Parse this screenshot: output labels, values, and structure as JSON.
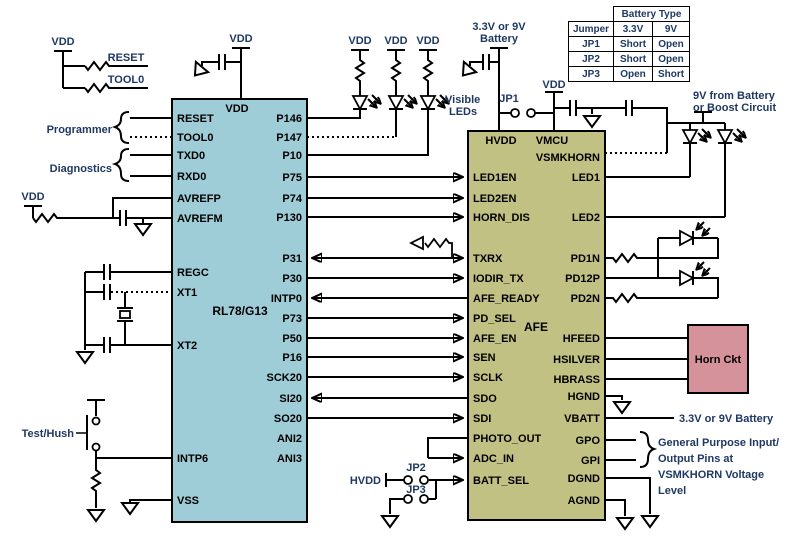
{
  "mcu": {
    "name": "RL78/G13",
    "top_pin": "VDD",
    "left_pins": [
      "RESET",
      "TOOL0",
      "TXD0",
      "RXD0",
      "AVREFP",
      "AVREFM",
      "REGC",
      "XT1",
      "XT2",
      "INTP6",
      "VSS"
    ],
    "right_pins": [
      "P146",
      "P147",
      "P10",
      "P75",
      "P74",
      "P130",
      "P31",
      "P30",
      "INTP0",
      "P73",
      "P50",
      "P16",
      "SCK20",
      "SI20",
      "SO20",
      "ANI2",
      "ANI3"
    ]
  },
  "afe": {
    "name": "AFE",
    "top_pins": [
      "HVDD",
      "VMCU"
    ],
    "left_pins": [
      "LED1EN",
      "LED2EN",
      "HORN_DIS",
      "TXRX",
      "IODIR_TX",
      "AFE_READY",
      "PD_SEL",
      "AFE_EN",
      "SEN",
      "SCLK",
      "SDO",
      "SDI",
      "PHOTO_OUT",
      "ADC_IN",
      "BATT_SEL"
    ],
    "right_pins": [
      "VSMKHORN",
      "LED1",
      "LED2",
      "PD1N",
      "PD12P",
      "PD2N",
      "HFEED",
      "HSILVER",
      "HBRASS",
      "HGND",
      "VBATT",
      "GPO",
      "GPI",
      "DGND",
      "AGND"
    ]
  },
  "horn": {
    "label": "Horn Ckt"
  },
  "battery_table": {
    "title": "Battery Type",
    "col_headers": [
      "Jumper",
      "3.3V",
      "9V"
    ],
    "rows": [
      [
        "JP1",
        "Short",
        "Open"
      ],
      [
        "JP2",
        "Short",
        "Open"
      ],
      [
        "JP3",
        "Open",
        "Short"
      ]
    ]
  },
  "labels": {
    "vdd": "VDD",
    "reset": "RESET",
    "tool0": "TOOL0",
    "programmer": "Programmer",
    "diagnostics": "Diagnostics",
    "test_hush": "Test/Hush",
    "battery1": "3.3V or 9V",
    "battery2": "Battery",
    "visible1": "Visible",
    "visible2": "LEDs",
    "jp1": "JP1",
    "jp2": "JP2",
    "jp3": "JP3",
    "hvdd": "HVDD",
    "boost1": "9V from Battery",
    "boost2": "or Boost Circuit",
    "vbatt": "3.3V or 9V Battery",
    "gpio1": "General Purpose Input/",
    "gpio2": "Output Pins at",
    "gpio3": "VSMKHORN Voltage",
    "gpio4": "Level"
  },
  "colors": {
    "mcu_fill": "#9ecdd8",
    "afe_fill": "#c2c184",
    "horn_fill": "#d6929b",
    "label_color": "#1f3864"
  }
}
